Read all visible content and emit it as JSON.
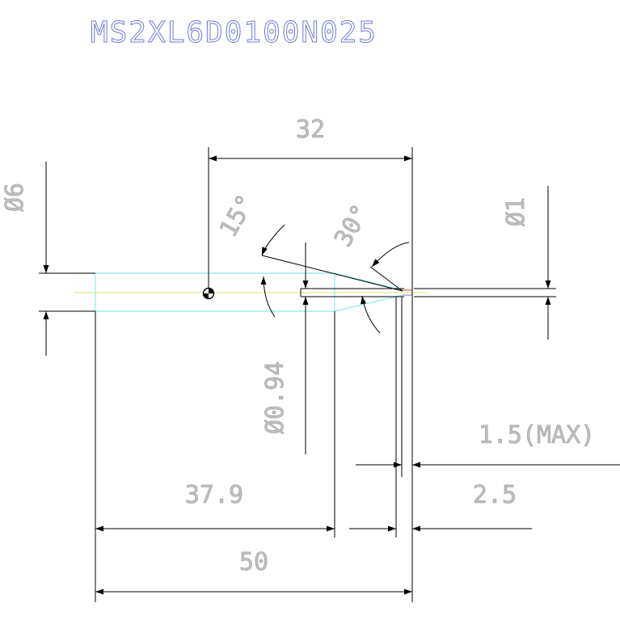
{
  "title": "MS2XL6D0100N025",
  "dimensions": {
    "overall_length": "50",
    "head_to_tip": "32",
    "body_length": "37.9",
    "neck_length": "2.5",
    "tip_max": "1.5(MAX)",
    "shank_diameter": "Ø6",
    "neck_diameter": "Ø0.94",
    "tip_diameter": "Ø1",
    "taper_angle": "15°",
    "point_angle": "30°"
  },
  "colors": {
    "title": "#6f79d6",
    "outline": "#000000",
    "body_outline": "#8ee8ef",
    "centerline": "#e6e07a",
    "tip_mark": "#d94040"
  }
}
